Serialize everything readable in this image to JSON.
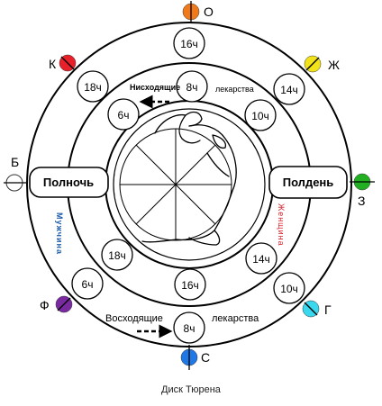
{
  "caption": "Диск Тюрена",
  "rings": {
    "noon_label": "Полдень",
    "midnight_label": "Полночь",
    "female_label": "Женщина",
    "male_label": "Мужчина",
    "descending": {
      "word1": "Нисходящие",
      "word2": "лекарства"
    },
    "ascending": {
      "word1": "Восходящие",
      "word2": "лекарства"
    }
  },
  "hours": {
    "outer_top": "16ч",
    "outer_upper_left": "18ч",
    "outer_upper_right": "14ч",
    "outer_lower_left": "6ч",
    "outer_lower_right": "10ч",
    "outer_bottom": "8ч",
    "inner_top": "8ч",
    "inner_upper_left": "6ч",
    "inner_upper_right": "10ч",
    "inner_lower_left": "18ч",
    "inner_lower_right": "14ч",
    "inner_bottom": "16ч"
  },
  "markers": {
    "north": {
      "letter": "О",
      "color": "#f07a1a"
    },
    "northwest": {
      "letter": "К",
      "color": "#e8202a"
    },
    "northeast": {
      "letter": "Ж",
      "color": "#f2e21a"
    },
    "west": {
      "letter": "Б",
      "color": "#ffffff"
    },
    "east": {
      "letter": "З",
      "color": "#22b022"
    },
    "southwest": {
      "letter": "Ф",
      "color": "#7a2aa0"
    },
    "southeast": {
      "letter": "Г",
      "color": "#3ad8ee"
    },
    "south": {
      "letter": "С",
      "color": "#1e78e6"
    }
  }
}
